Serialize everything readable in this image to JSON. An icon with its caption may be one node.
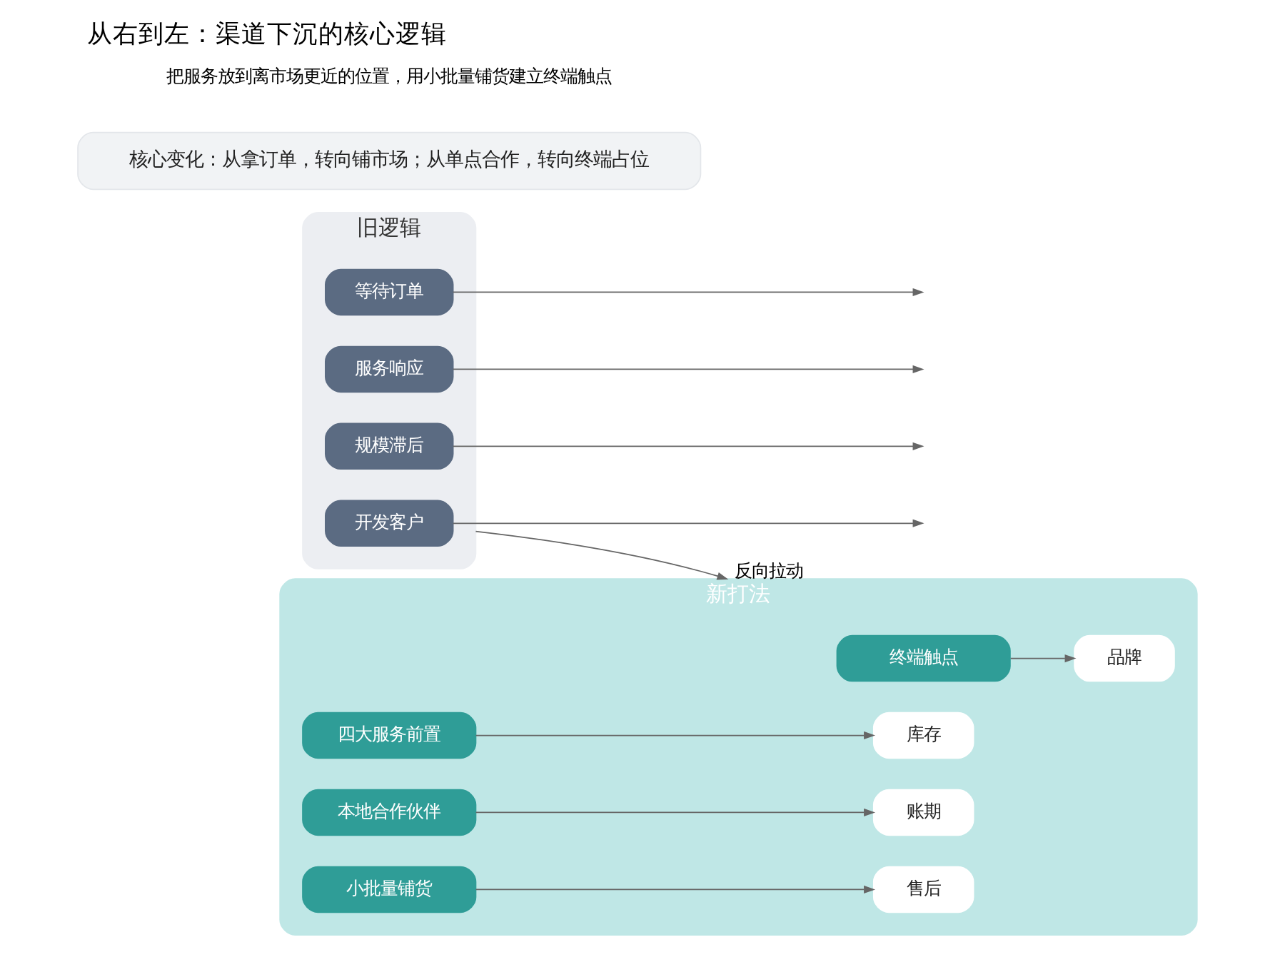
{
  "diagram": {
    "title": "从右到左：渠道下沉的核心逻辑",
    "nodes": [
      {
        "text": [
          "旧逻辑"
        ]
      },
      {
        "text": [
          "开发客户"
        ],
        "in": 0
      },
      {
        "text": [
          "等待订单"
        ],
        "in": 0
      },
      {
        "text": [
          "服务响应"
        ],
        "in": 0
      },
      {
        "text": [
          "规模滞后"
        ],
        "in": 0
      },
      {
        "text": [
          "新打法"
        ]
      },
      {
        "text": [
          "终端触点"
        ],
        "in": 5
      },
      {
        "text": [
          "品牌"
        ],
        "in": 5
      },
      {
        "text": [
          "四大服务前置"
        ],
        "in": 5
      },
      {
        "text": [
          "库存"
        ],
        "in": 5
      },
      {
        "text": [
          "本地合作伙伴"
        ],
        "in": 5
      },
      {
        "text": [
          "账期"
        ],
        "in": 5
      },
      {
        "text": [
          "小批量铺货"
        ],
        "in": 5
      },
      {
        "text": [
          "售后"
        ],
        "in": 5
      },
      {
        "text": [
          "核心变化：从拿订单，转向铺市场；从单点合作，转向终端占位"
        ]
      }
    ],
    "edges": [
      {
        "from": 1,
        "to": null,
        "arrow": "to"
      },
      {
        "from": 2,
        "to": null,
        "arrow": "to"
      },
      {
        "from": 3,
        "to": null,
        "arrow": "to"
      },
      {
        "from": 4,
        "to": null,
        "arrow": "to"
      },
      {
        "from": 0,
        "to": 5,
        "arrow": "to",
        "label": "反向拉动"
      },
      {
        "from": 6,
        "to": 7,
        "arrow": "to"
      },
      {
        "from": 8,
        "to": 9,
        "arrow": "to"
      },
      {
        "from": 10,
        "to": 11,
        "arrow": "to"
      },
      {
        "from": 12,
        "to": 13,
        "arrow": "to"
      }
    ],
    "labels": [
      "把服务放到离市场更近的位置，用小批量铺货建立终端触点"
    ]
  }
}
